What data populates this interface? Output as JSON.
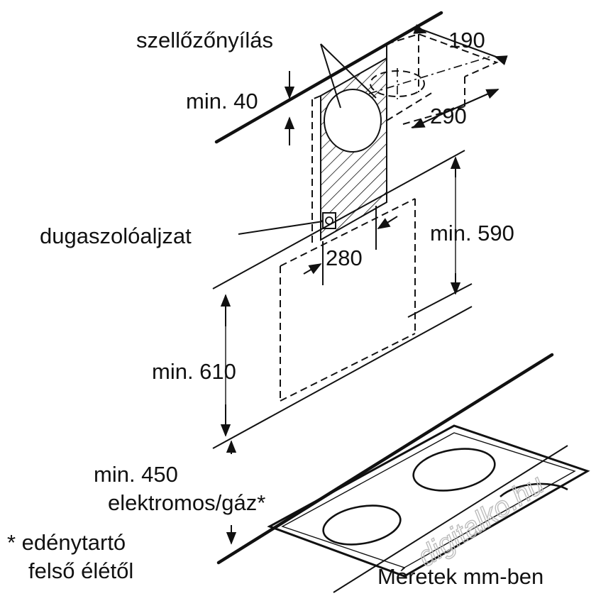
{
  "labels": {
    "vent_opening": "szellőzőnyílás",
    "min40": "min. 40",
    "dim190": "190",
    "dim290": "290",
    "socket": "dugaszolóaljzat",
    "dim280": "280",
    "min590": "min. 590",
    "min610": "min. 610",
    "min450_line1": "min. 450",
    "min450_line2": "elektromos/gáz*",
    "footnote_line1": "* edénytartó",
    "footnote_line2": "felső élétől",
    "units_note": "Méretek mm-ben"
  },
  "watermark": "digitalko.hu",
  "colors": {
    "line": "#111111",
    "background": "#ffffff",
    "watermark": "#bdbdbd"
  }
}
